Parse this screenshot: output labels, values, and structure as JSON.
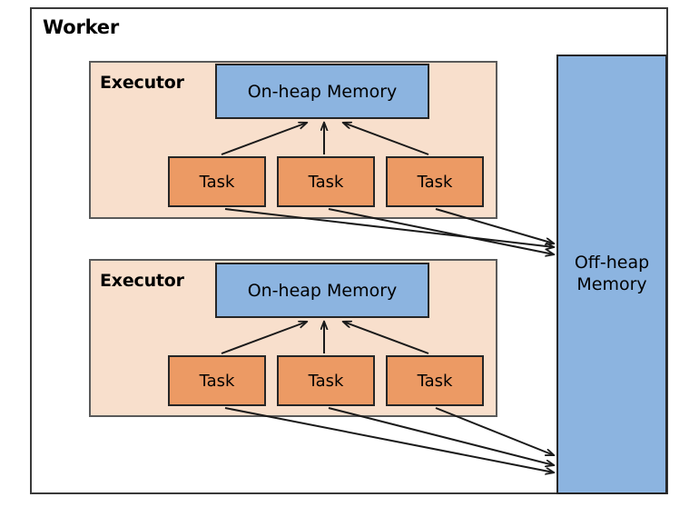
{
  "diagram": {
    "title": "Worker",
    "worker": {
      "label": "Worker",
      "executors": [
        {
          "label": "Executor",
          "onheap_label": "On-heap Memory",
          "tasks": [
            {
              "label": "Task"
            },
            {
              "label": "Task"
            },
            {
              "label": "Task"
            }
          ]
        },
        {
          "label": "Executor",
          "onheap_label": "On-heap Memory",
          "tasks": [
            {
              "label": "Task"
            },
            {
              "label": "Task"
            },
            {
              "label": "Task"
            }
          ]
        }
      ]
    },
    "offheap": {
      "label_line1": "Off-heap",
      "label_line2": "Memory"
    },
    "colors": {
      "worker_background": "#FFFFFF",
      "worker_border": "#3A3A3A",
      "executor_background": "#F8DFCC",
      "executor_border": "#5A5A5A",
      "onheap_memory": "#8CB4E0",
      "offheap_memory": "#8CB4E0",
      "task": "#EC9A64",
      "box_border": "#262626",
      "arrow": "#1A1A1A",
      "text": "#000000"
    }
  }
}
